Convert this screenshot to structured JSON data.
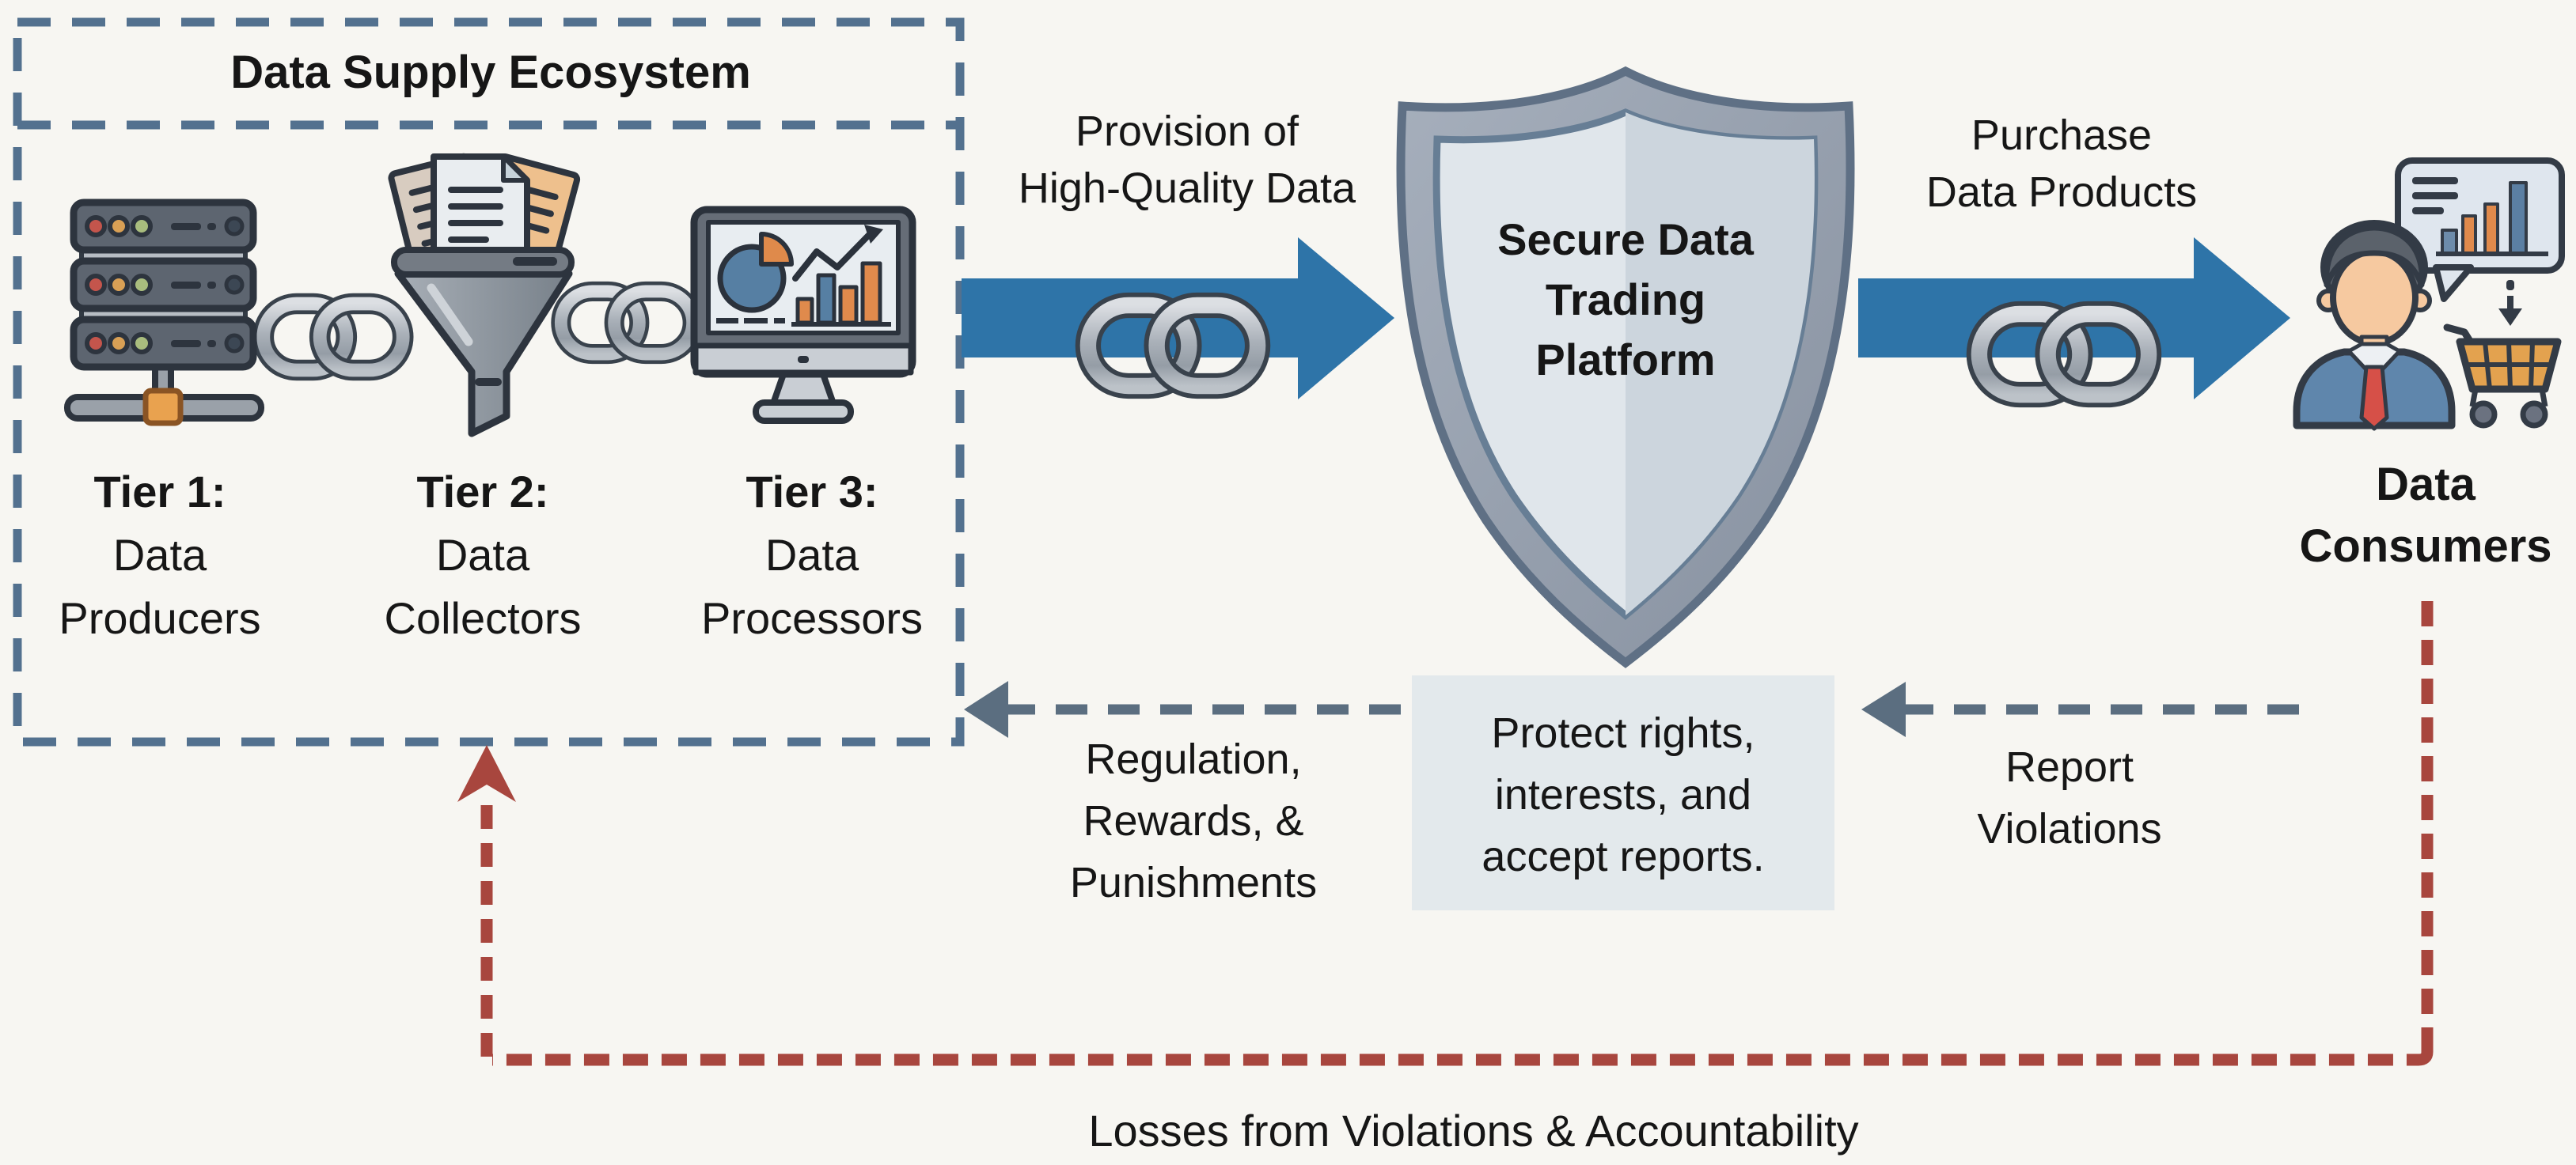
{
  "colors": {
    "background": "#f7f6f2",
    "dashed_box_border": "#53718f",
    "arrow_blue": "#2e74a8",
    "loop_red": "#a8463e",
    "feedback_gray": "#5b6e80",
    "protect_box_bg": "#e3e9ec",
    "text": "#161616",
    "accent_orange": "#e0954f",
    "chart_blue": "#567fa3"
  },
  "supply_box": {
    "title": "Data Supply Ecosystem",
    "tiers": [
      {
        "tier": "Tier 1:",
        "line1": "Data",
        "line2": "Producers"
      },
      {
        "tier": "Tier 2:",
        "line1": "Data",
        "line2": "Collectors"
      },
      {
        "tier": "Tier 3:",
        "line1": "Data",
        "line2": "Processors"
      }
    ]
  },
  "platform": {
    "lines": [
      "Secure Data",
      "Trading",
      "Platform"
    ]
  },
  "consumers": {
    "lines": [
      "Data",
      "Consumers"
    ]
  },
  "flows": {
    "provision": [
      "Provision of",
      "High-Quality Data"
    ],
    "purchase": [
      "Purchase",
      "Data Products"
    ]
  },
  "feedback": {
    "protect_box": [
      "Protect rights,",
      "interests, and",
      "accept reports."
    ],
    "regulation": [
      "Regulation,",
      "Rewards, &",
      "Punishments"
    ],
    "report": [
      "Report",
      "Violations"
    ],
    "losses": "Losses from Violations & Accountability"
  },
  "icons": {
    "tier1": "server-stack-icon",
    "tier2": "funnel-documents-icon",
    "tier3": "monitor-analytics-icon",
    "link": "chain-links-icon",
    "platform": "shield-icon",
    "consumers": "person-cart-chart-icon"
  }
}
